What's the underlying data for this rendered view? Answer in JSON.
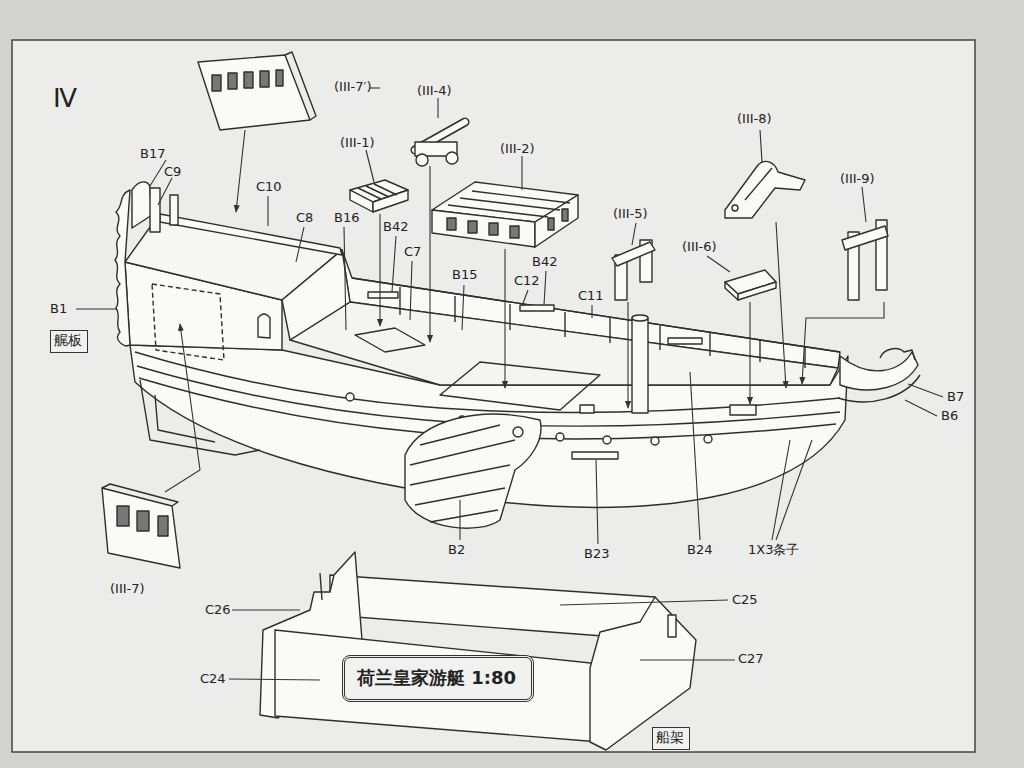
{
  "diagram": {
    "title": "Ⅳ",
    "nodes": [
      {
        "text": [
          "艉板"
        ]
      },
      {
        "text": [
          "荷兰皇家游艇 1:80"
        ]
      },
      {
        "text": [
          "船架"
        ]
      }
    ],
    "labels": [
      "(III-7′)",
      "(III-4)",
      "(III-8)",
      "(III-1)",
      "(III-2)",
      "B17",
      "C9",
      "(III-9)",
      "C10",
      "C8",
      "B16",
      "B42",
      "C7",
      "(III-5)",
      "(III-6)",
      "B42",
      "B15",
      "C12",
      "C11",
      "B1",
      "B7",
      "B6",
      "B2",
      "B23",
      "B24",
      "1X3条子",
      "(III-7)",
      "C26",
      "C25",
      "C27",
      "C24"
    ]
  }
}
